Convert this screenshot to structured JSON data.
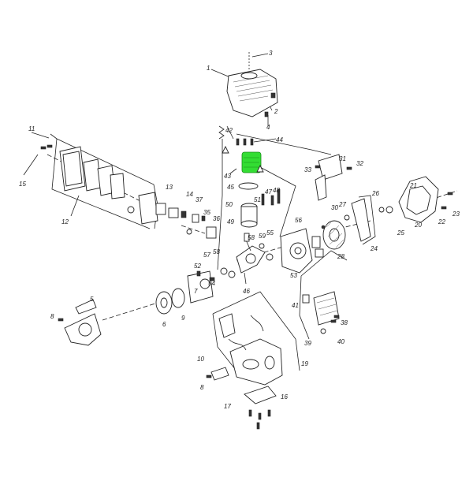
{
  "diagram": {
    "highlight_color": "#33dd33",
    "labels": [
      {
        "id": "1",
        "text": "1"
      },
      {
        "id": "2",
        "text": "2"
      },
      {
        "id": "3",
        "text": "3"
      },
      {
        "id": "4",
        "text": "4"
      },
      {
        "id": "5",
        "text": "5"
      },
      {
        "id": "6",
        "text": "6"
      },
      {
        "id": "7",
        "text": "7"
      },
      {
        "id": "8a",
        "text": "8"
      },
      {
        "id": "8b",
        "text": "8"
      },
      {
        "id": "9",
        "text": "9"
      },
      {
        "id": "10",
        "text": "10"
      },
      {
        "id": "11",
        "text": "11"
      },
      {
        "id": "12",
        "text": "12"
      },
      {
        "id": "13",
        "text": "13"
      },
      {
        "id": "14",
        "text": "14"
      },
      {
        "id": "15",
        "text": "15"
      },
      {
        "id": "16",
        "text": "16"
      },
      {
        "id": "17",
        "text": "17"
      },
      {
        "id": "19",
        "text": "19"
      },
      {
        "id": "20",
        "text": "20"
      },
      {
        "id": "21",
        "text": "21"
      },
      {
        "id": "22",
        "text": "22"
      },
      {
        "id": "23",
        "text": "23"
      },
      {
        "id": "24",
        "text": "24"
      },
      {
        "id": "25",
        "text": "25"
      },
      {
        "id": "26",
        "text": "26"
      },
      {
        "id": "27",
        "text": "27"
      },
      {
        "id": "28",
        "text": "28"
      },
      {
        "id": "30",
        "text": "30"
      },
      {
        "id": "31",
        "text": "31"
      },
      {
        "id": "32",
        "text": "32"
      },
      {
        "id": "33",
        "text": "33"
      },
      {
        "id": "35",
        "text": "35"
      },
      {
        "id": "36",
        "text": "36"
      },
      {
        "id": "37",
        "text": "37"
      },
      {
        "id": "38",
        "text": "38"
      },
      {
        "id": "39",
        "text": "39"
      },
      {
        "id": "40",
        "text": "40"
      },
      {
        "id": "41",
        "text": "41"
      },
      {
        "id": "42",
        "text": "42"
      },
      {
        "id": "43",
        "text": "43"
      },
      {
        "id": "44",
        "text": "44"
      },
      {
        "id": "45",
        "text": "45"
      },
      {
        "id": "46",
        "text": "46"
      },
      {
        "id": "47",
        "text": "47"
      },
      {
        "id": "48",
        "text": "48"
      },
      {
        "id": "49",
        "text": "49"
      },
      {
        "id": "50",
        "text": "50"
      },
      {
        "id": "51",
        "text": "51"
      },
      {
        "id": "52",
        "text": "52"
      },
      {
        "id": "53",
        "text": "53"
      },
      {
        "id": "54",
        "text": "54"
      },
      {
        "id": "55",
        "text": "55"
      },
      {
        "id": "56",
        "text": "56"
      },
      {
        "id": "57",
        "text": "57"
      },
      {
        "id": "58a",
        "text": "58"
      },
      {
        "id": "58b",
        "text": "58"
      },
      {
        "id": "59",
        "text": "59"
      }
    ]
  }
}
